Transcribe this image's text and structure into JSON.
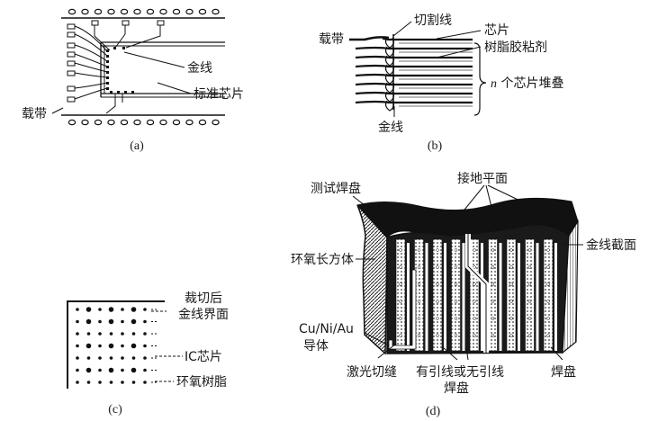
{
  "panel_a": {
    "caption": "(a)",
    "labels": {
      "gold_wire": "金线",
      "standard_chip": "标准芯片",
      "carrier_tape": "载带"
    }
  },
  "panel_b": {
    "caption": "(b)",
    "labels": {
      "carrier_tape": "载带",
      "cut_line": "切割线",
      "chip": "芯片",
      "resin_adhesive": "树脂胶粘剂",
      "stack_n": "n",
      "stack_rest": "个芯片堆叠",
      "gold_wire": "金线"
    }
  },
  "panel_c": {
    "caption": "(c)",
    "labels": {
      "interface_line1": "裁切后",
      "interface_line2": "金线界面",
      "ic_chip": "IC芯片",
      "epoxy_resin": "环氧树脂"
    }
  },
  "panel_d": {
    "caption": "(d)",
    "labels": {
      "test_pad": "测试焊盘",
      "ground_plane": "接地平面",
      "epoxy_block": "环氧长方体",
      "gold_section": "金线截面",
      "conductor_line1": "Cu/Ni/Au",
      "conductor_line2": "导体",
      "laser_kerf": "激光切缝",
      "lead_pad_line1": "有引线或无引线",
      "lead_pad_line2": "焊盘",
      "pad": "焊盘"
    }
  }
}
